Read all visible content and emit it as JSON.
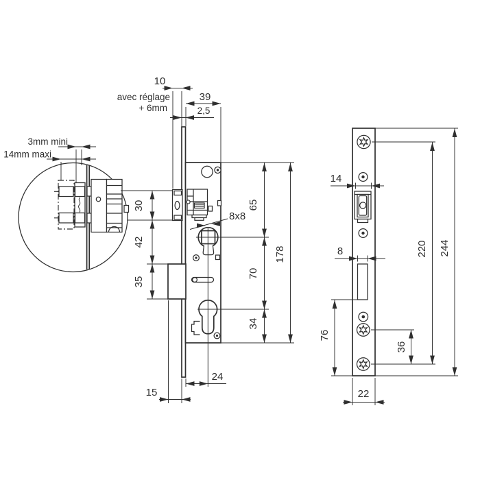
{
  "title": "Serrure - plan technique coté (mortise lock technical drawing)",
  "colors": {
    "line": "#2f2f2f",
    "background": "#ffffff"
  },
  "detail_view": {
    "dim_gap_min": "3mm mini",
    "dim_gap_max": "14mm maxi"
  },
  "side_view": {
    "adjustment_line1": "avec réglage",
    "adjustment_line2": "+ 6mm",
    "dim_latch_projection": "10",
    "dim_case_depth": "39",
    "dim_faceplate_thickness": "2,5",
    "dim_latch_height": "30",
    "dim_latch_to_bolt": "42",
    "dim_deadbolt_height": "35",
    "dim_spindle_square": "8x8",
    "dim_top_to_spindle": "65",
    "dim_spindle_to_cylinder": "70",
    "dim_cylinder_to_bottom": "34",
    "dim_case_height": "178",
    "dim_backset": "24",
    "dim_bolt_throw": "15"
  },
  "front_view": {
    "dim_latch_width": "14",
    "dim_bolt_slot_width": "8",
    "dim_lower_section": "76",
    "dim_screw_spacing": "36",
    "dim_fixing_centres": "220",
    "dim_plate_height": "244",
    "dim_plate_width": "22"
  }
}
